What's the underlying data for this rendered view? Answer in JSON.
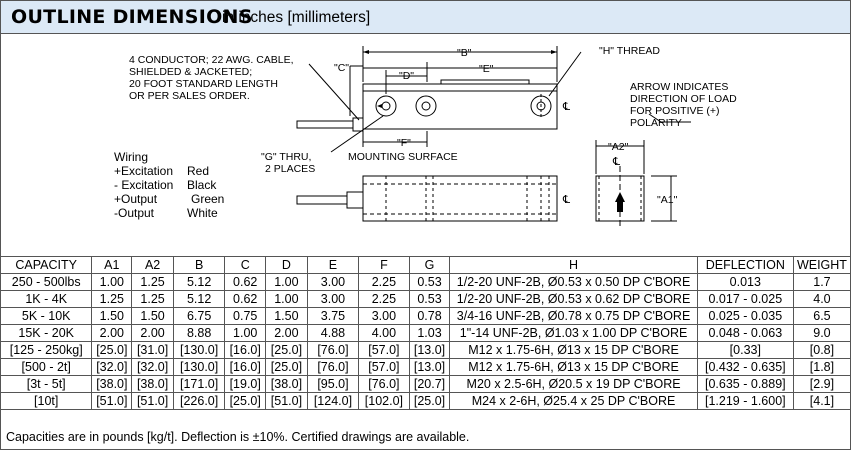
{
  "header": {
    "title_main": "OUTLINE DIMENSIONS",
    "title_sub": "in inches [millimeters]"
  },
  "drawing": {
    "cable_note": [
      "4 CONDUCTOR; 22 AWG. CABLE,",
      "SHIELDED & JACKETED;",
      "20 FOOT STANDARD LENGTH",
      "OR PER SALES ORDER."
    ],
    "arrow_note": [
      "ARROW INDICATES",
      "DIRECTION OF LOAD",
      "FOR POSITIVE (+)",
      "POLARITY"
    ],
    "g_note": [
      "\"G\" THRU,",
      "2 PLACES"
    ],
    "mounting_surface": "MOUNTING SURFACE",
    "h_thread": "\"H\" THREAD",
    "dim_b": "\"B\"",
    "dim_c": "\"C\"",
    "dim_d": "\"D\"",
    "dim_e": "\"E\"",
    "dim_f": "\"F\"",
    "dim_a1": "\"A1\"",
    "dim_a2": "\"A2\"",
    "centerline": "℄"
  },
  "wiring": {
    "title": "Wiring",
    "rows": [
      {
        "signal": "+Excitation",
        "color": "Red"
      },
      {
        "signal": "- Excitation",
        "color": "Black"
      },
      {
        "signal": "+Output",
        "color": "Green"
      },
      {
        "signal": "-Output",
        "color": "White"
      }
    ]
  },
  "table": {
    "headers": [
      "CAPACITY",
      "A1",
      "A2",
      "B",
      "C",
      "D",
      "E",
      "F",
      "G",
      "H",
      "DEFLECTION",
      "WEIGHT"
    ],
    "rows": [
      [
        "250 - 500lbs",
        "1.00",
        "1.25",
        "5.12",
        "0.62",
        "1.00",
        "3.00",
        "2.25",
        "0.53",
        "1/2-20 UNF-2B, Ø0.53 x 0.50 DP C'BORE",
        "0.013",
        "1.7"
      ],
      [
        "1K - 4K",
        "1.25",
        "1.25",
        "5.12",
        "0.62",
        "1.00",
        "3.00",
        "2.25",
        "0.53",
        "1/2-20 UNF-2B, Ø0.53 x 0.62 DP C'BORE",
        "0.017 - 0.025",
        "4.0"
      ],
      [
        "5K - 10K",
        "1.50",
        "1.50",
        "6.75",
        "0.75",
        "1.50",
        "3.75",
        "3.00",
        "0.78",
        "3/4-16 UNF-2B, Ø0.78 x 0.75 DP C'BORE",
        "0.025 - 0.035",
        "6.5"
      ],
      [
        "15K - 20K",
        "2.00",
        "2.00",
        "8.88",
        "1.00",
        "2.00",
        "4.88",
        "4.00",
        "1.03",
        "1\"-14 UNF-2B, Ø1.03 x 1.00 DP C'BORE",
        "0.048 - 0.063",
        "9.0"
      ],
      [
        "[125 - 250kg]",
        "[25.0]",
        "[31.0]",
        "[130.0]",
        "[16.0]",
        "[25.0]",
        "[76.0]",
        "[57.0]",
        "[13.0]",
        "M12 x 1.75-6H, Ø13 x 15 DP C'BORE",
        "[0.33]",
        "[0.8]"
      ],
      [
        "[500 - 2t]",
        "[32.0]",
        "[32.0]",
        "[130.0]",
        "[16.0]",
        "[25.0]",
        "[76.0]",
        "[57.0]",
        "[13.0]",
        "M12 x 1.75-6H, Ø13 x 15 DP C'BORE",
        "[0.432 - 0.635]",
        "[1.8]"
      ],
      [
        "[3t - 5t]",
        "[38.0]",
        "[38.0]",
        "[171.0]",
        "[19.0]",
        "[38.0]",
        "[95.0]",
        "[76.0]",
        "[20.7]",
        "M20 x 2.5-6H, Ø20.5 x 19 DP C'BORE",
        "[0.635 - 0.889]",
        "[2.9]"
      ],
      [
        "[10t]",
        "[51.0]",
        "[51.0]",
        "[226.0]",
        "[25.0]",
        "[51.0]",
        "[124.0]",
        "[102.0]",
        "[25.0]",
        "M24 x 2-6H, Ø25.4 x 25 DP C'BORE",
        "[1.219 - 1.600]",
        "[4.1]"
      ]
    ]
  },
  "footnote": "Capacities are in pounds [kg/t]. Deflection is ±10%. Certified drawings are available."
}
